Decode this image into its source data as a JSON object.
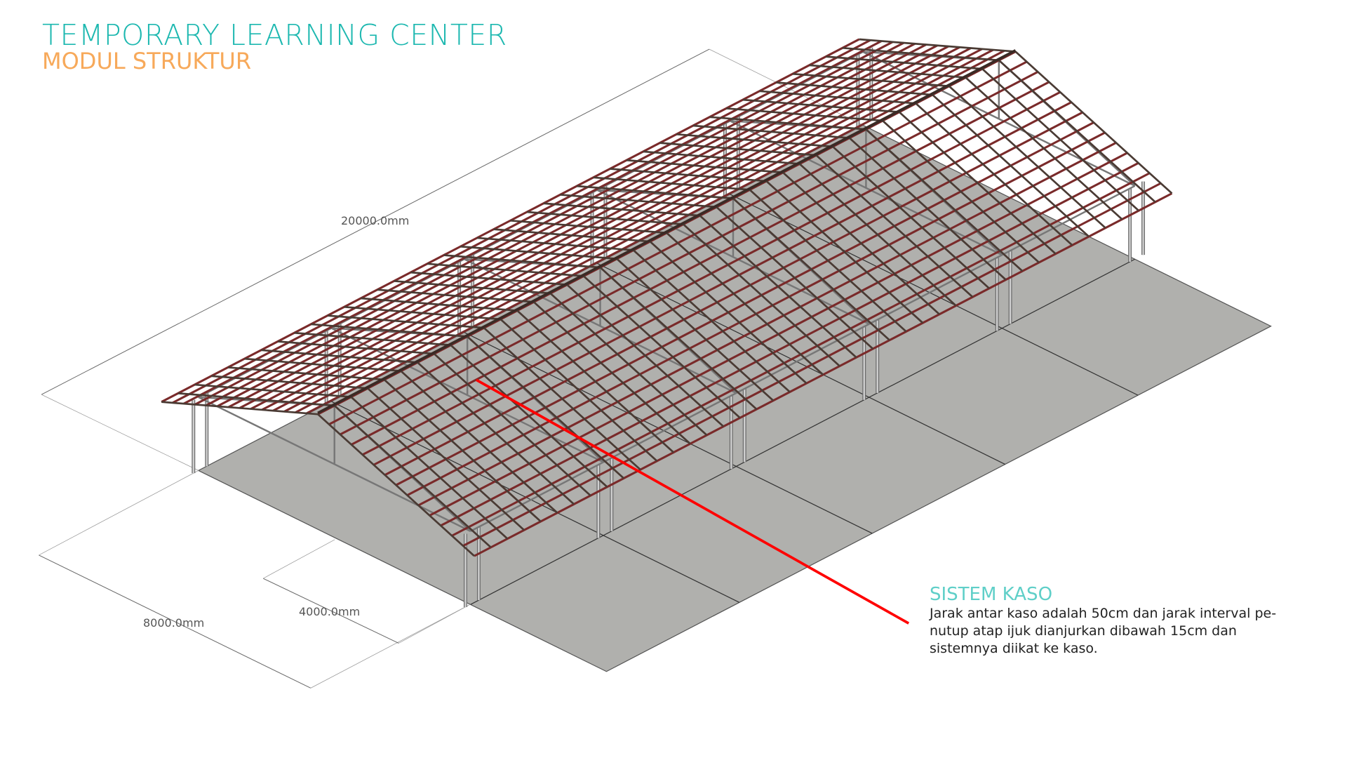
{
  "header": {
    "title": "TEMPORARY LEARNING CENTER",
    "subtitle": "MODUL STRUKTUR"
  },
  "dimensions": {
    "length": "20000.0mm",
    "width": "8000.0mm",
    "bay": "4000.0mm"
  },
  "annotation": {
    "heading": "SISTEM KASO",
    "body_lines": [
      "Jarak antar kaso adalah 50cm dan jarak interval pe-",
      "nutup atap ijuk dianjurkan dibawah 15cm dan",
      "sistemnya diikat ke kaso."
    ]
  },
  "colors": {
    "title": "#1db8b0",
    "subtitle": "#f7a95a",
    "heading": "#5fcfc8",
    "leader": "#ff0000",
    "floor": "#b0b0ad",
    "rafter": "#4a3b34",
    "batten": "#7a2a2a",
    "column": "#9a9a9a"
  }
}
